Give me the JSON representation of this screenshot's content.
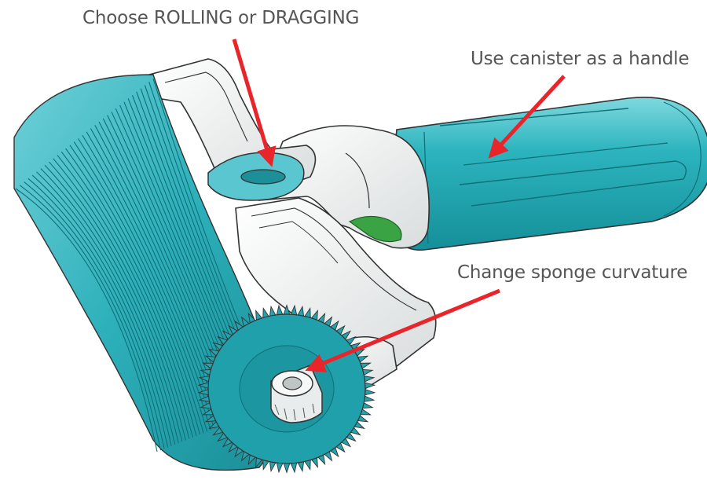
{
  "labels": {
    "mode": "Choose ROLLING or DRAGGING",
    "handle": "Use canister as a handle",
    "curvature": "Change sponge curvature"
  },
  "colors": {
    "sponge": "#2fb6bf",
    "sponge_dark": "#1e9aa4",
    "handle": "#22aeb8",
    "body": "#f2f4f4",
    "outline": "#333333",
    "arrow": "#e8252a",
    "text": "#555555",
    "accent_green": "#3aa344"
  },
  "icons": {
    "roller": "sponge-roller-icon",
    "canister": "canister-handle-icon",
    "knob": "curvature-knob-icon",
    "slot": "mode-slot-icon"
  }
}
